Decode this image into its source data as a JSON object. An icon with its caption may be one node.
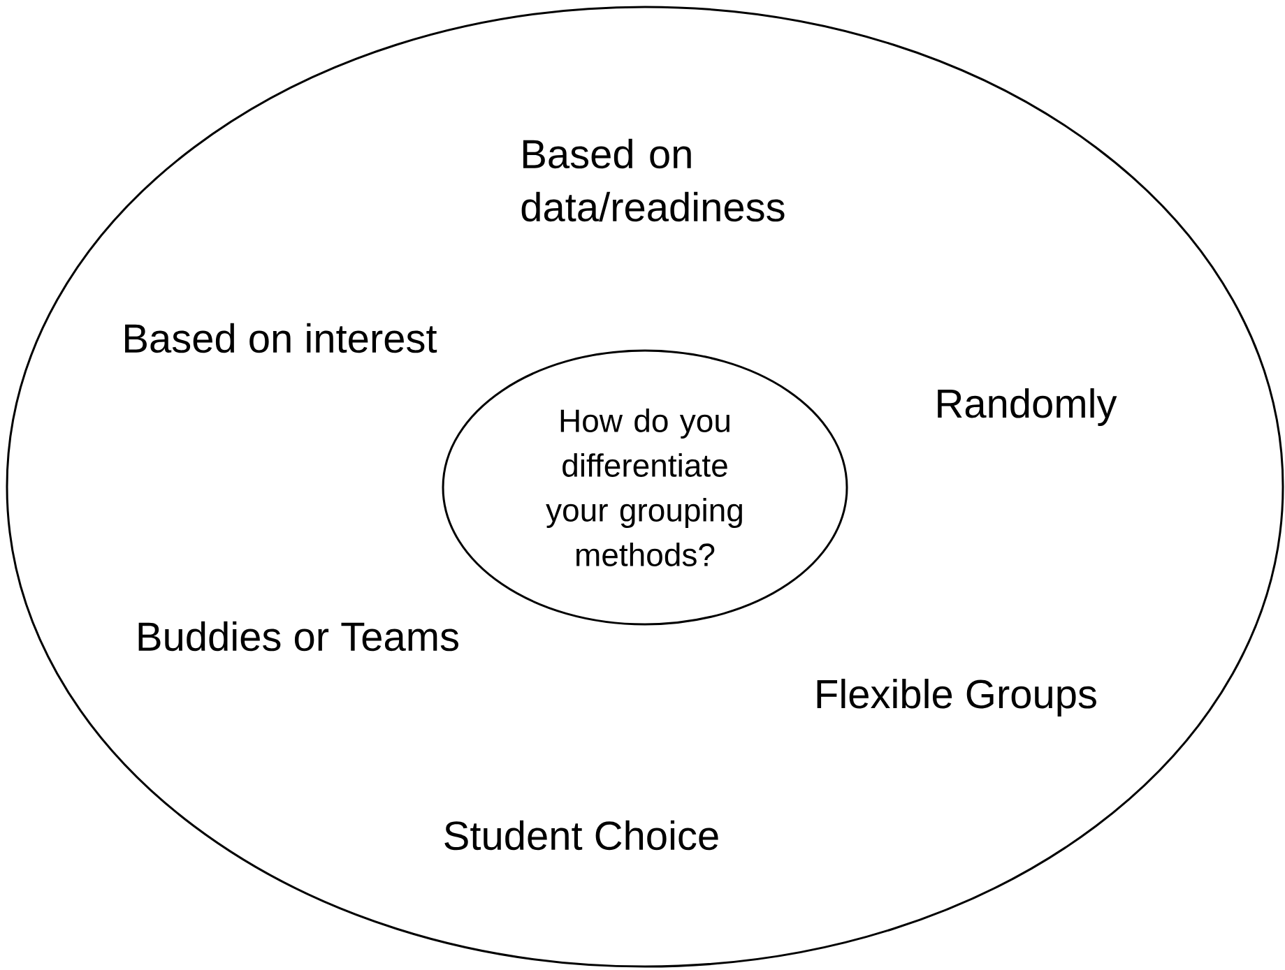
{
  "diagram": {
    "nodes": [
      {
        "text": [
          "Based on data/readiness",
          "Based on interest",
          "Randomly",
          "Buddies or Teams",
          "Flexible Groups",
          "Student Choice"
        ]
      },
      {
        "text": [
          "How do you differentiate your grouping methods?"
        ],
        "in": 0
      }
    ]
  }
}
